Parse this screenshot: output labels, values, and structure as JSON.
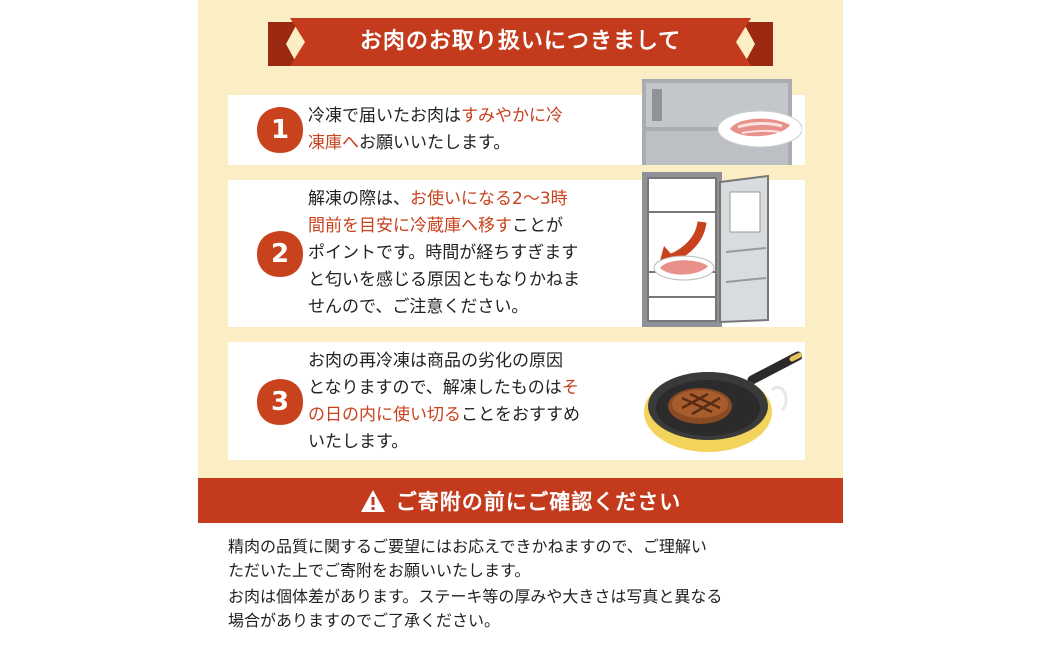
{
  "header": {
    "title": "お肉のお取り扱いにつきまして"
  },
  "steps": [
    {
      "number": "1",
      "segments": [
        {
          "text": "冷凍で届いたお肉は",
          "highlight": false
        },
        {
          "text": "すみやかに冷凍庫へ",
          "highlight": true
        },
        {
          "text": "お願いいたします。",
          "highlight": false
        }
      ],
      "lines": [
        [
          {
            "text": "冷凍で届いたお肉は",
            "hl": false
          },
          {
            "text": "すみやかに冷",
            "hl": true
          }
        ],
        [
          {
            "text": "凍庫へ",
            "hl": true
          },
          {
            "text": "お願いいたします。",
            "hl": false
          }
        ]
      ],
      "illustration": "freezer-with-meat-icon"
    },
    {
      "number": "2",
      "lines": [
        [
          {
            "text": "解凍の際は、",
            "hl": false
          },
          {
            "text": "お使いになる2～3時",
            "hl": true
          }
        ],
        [
          {
            "text": "間前を目安に冷蔵庫へ移す",
            "hl": true
          },
          {
            "text": "ことが",
            "hl": false
          }
        ],
        [
          {
            "text": "ポイントです。時間が経ちすぎます",
            "hl": false
          }
        ],
        [
          {
            "text": "と匂いを感じる原因ともなりかねま",
            "hl": false
          }
        ],
        [
          {
            "text": "せんので、ご注意ください。",
            "hl": false
          }
        ]
      ],
      "illustration": "refrigerator-thawing-icon"
    },
    {
      "number": "3",
      "lines": [
        [
          {
            "text": "お肉の再冷凍は商品の劣化の原因",
            "hl": false
          }
        ],
        [
          {
            "text": "となりますので、解凍したものは",
            "hl": false
          },
          {
            "text": "そ",
            "hl": true
          }
        ],
        [
          {
            "text": "の日の内に使い切る",
            "hl": true
          },
          {
            "text": "ことをおすすめ",
            "hl": false
          }
        ],
        [
          {
            "text": "いたします。",
            "hl": false
          }
        ]
      ],
      "illustration": "frying-pan-steak-icon"
    }
  ],
  "warning": {
    "icon": "warning-triangle-icon",
    "title": "ご寄附の前にご確認ください",
    "notes": [
      [
        "精肉の品質に関するご要望にはお応えできかねますので、ご理解い",
        "ただいた上でご寄附をお願いいたします。"
      ],
      [
        "お肉は個体差があります。ステーキ等の厚みや大きさは写真と異なる",
        "場合がありますのでご了承ください。"
      ]
    ]
  },
  "colors": {
    "accent": "#c33a1d",
    "highlight_text": "#c8421d",
    "panel_bg": "#fbeec5",
    "card_bg": "#ffffff"
  }
}
